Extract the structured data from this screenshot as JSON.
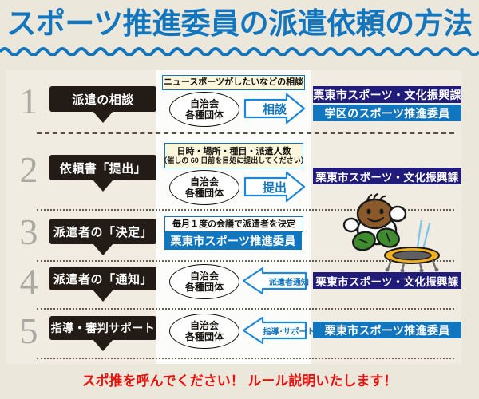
{
  "header": {
    "title": "スポーツ推進委員の派遣依頼の方法"
  },
  "steps": [
    {
      "number": "1",
      "label": "派遣の相談",
      "note_line1": "ニュースポーツがしたいなどの相談",
      "note_line2": "",
      "oval_line1": "自治会",
      "oval_line2": "各種団体",
      "arrow_label": "相談",
      "arrow_direction": "right",
      "bars": [
        {
          "text": "栗東市スポーツ・文化振興課",
          "color": "navy"
        },
        {
          "text": "学区のスポーツ推進委員",
          "color": "blue"
        }
      ]
    },
    {
      "number": "2",
      "label": "依頼書「提出」",
      "note_line1": "日時・場所・種目・派遣人数",
      "note_line2": "（催しの 60 日前を目処に提出してください）",
      "oval_line1": "自治会",
      "oval_line2": "各種団体",
      "arrow_label": "提出",
      "arrow_direction": "right",
      "bars": [
        {
          "text": "栗東市スポーツ・文化振興課",
          "color": "navy"
        }
      ]
    },
    {
      "number": "3",
      "label": "派遣者の「決定」",
      "note_line1": "毎月１度の会議で派遣者を決定",
      "note_line2": "",
      "oval_line1": "",
      "oval_line2": "",
      "arrow_label": "",
      "arrow_direction": "none",
      "bars": [
        {
          "text": "栗東市スポーツ推進委員",
          "color": "blue"
        }
      ]
    },
    {
      "number": "4",
      "label": "派遣者の「通知」",
      "note_line1": "",
      "note_line2": "",
      "oval_line1": "自治会",
      "oval_line2": "各種団体",
      "arrow_label": "派遣者通知",
      "arrow_direction": "left",
      "bars": [
        {
          "text": "栗東市スポーツ・文化振興課",
          "color": "navy"
        }
      ]
    },
    {
      "number": "5",
      "label": "指導・審判サポート",
      "note_line1": "",
      "note_line2": "",
      "oval_line1": "自治会",
      "oval_line2": "各種団体",
      "arrow_label": "指導･サポート",
      "arrow_direction": "left",
      "bars": [
        {
          "text": "栗東市スポーツ推進委員",
          "color": "blue"
        }
      ]
    }
  ],
  "mascot": {
    "name": "bouncing-mascot",
    "head_color": "#8a5a2b",
    "limb_color": "#3f8b2e",
    "trampoline_color": "#f2b01e"
  },
  "footer": {
    "text": "スポ推を呼んでください！ ルール説明いたします！",
    "color": "#e8110d"
  },
  "colors": {
    "background": "#ece7db",
    "panel": "#f0ece1",
    "center_band": "#fcfcfa",
    "title_blue": "#1276bf",
    "navy": "#211b7a",
    "blue": "#1276bf",
    "label_black": "#231c16",
    "number_gray": "#a9a8a2",
    "note_cream": "#fbf6dc"
  }
}
